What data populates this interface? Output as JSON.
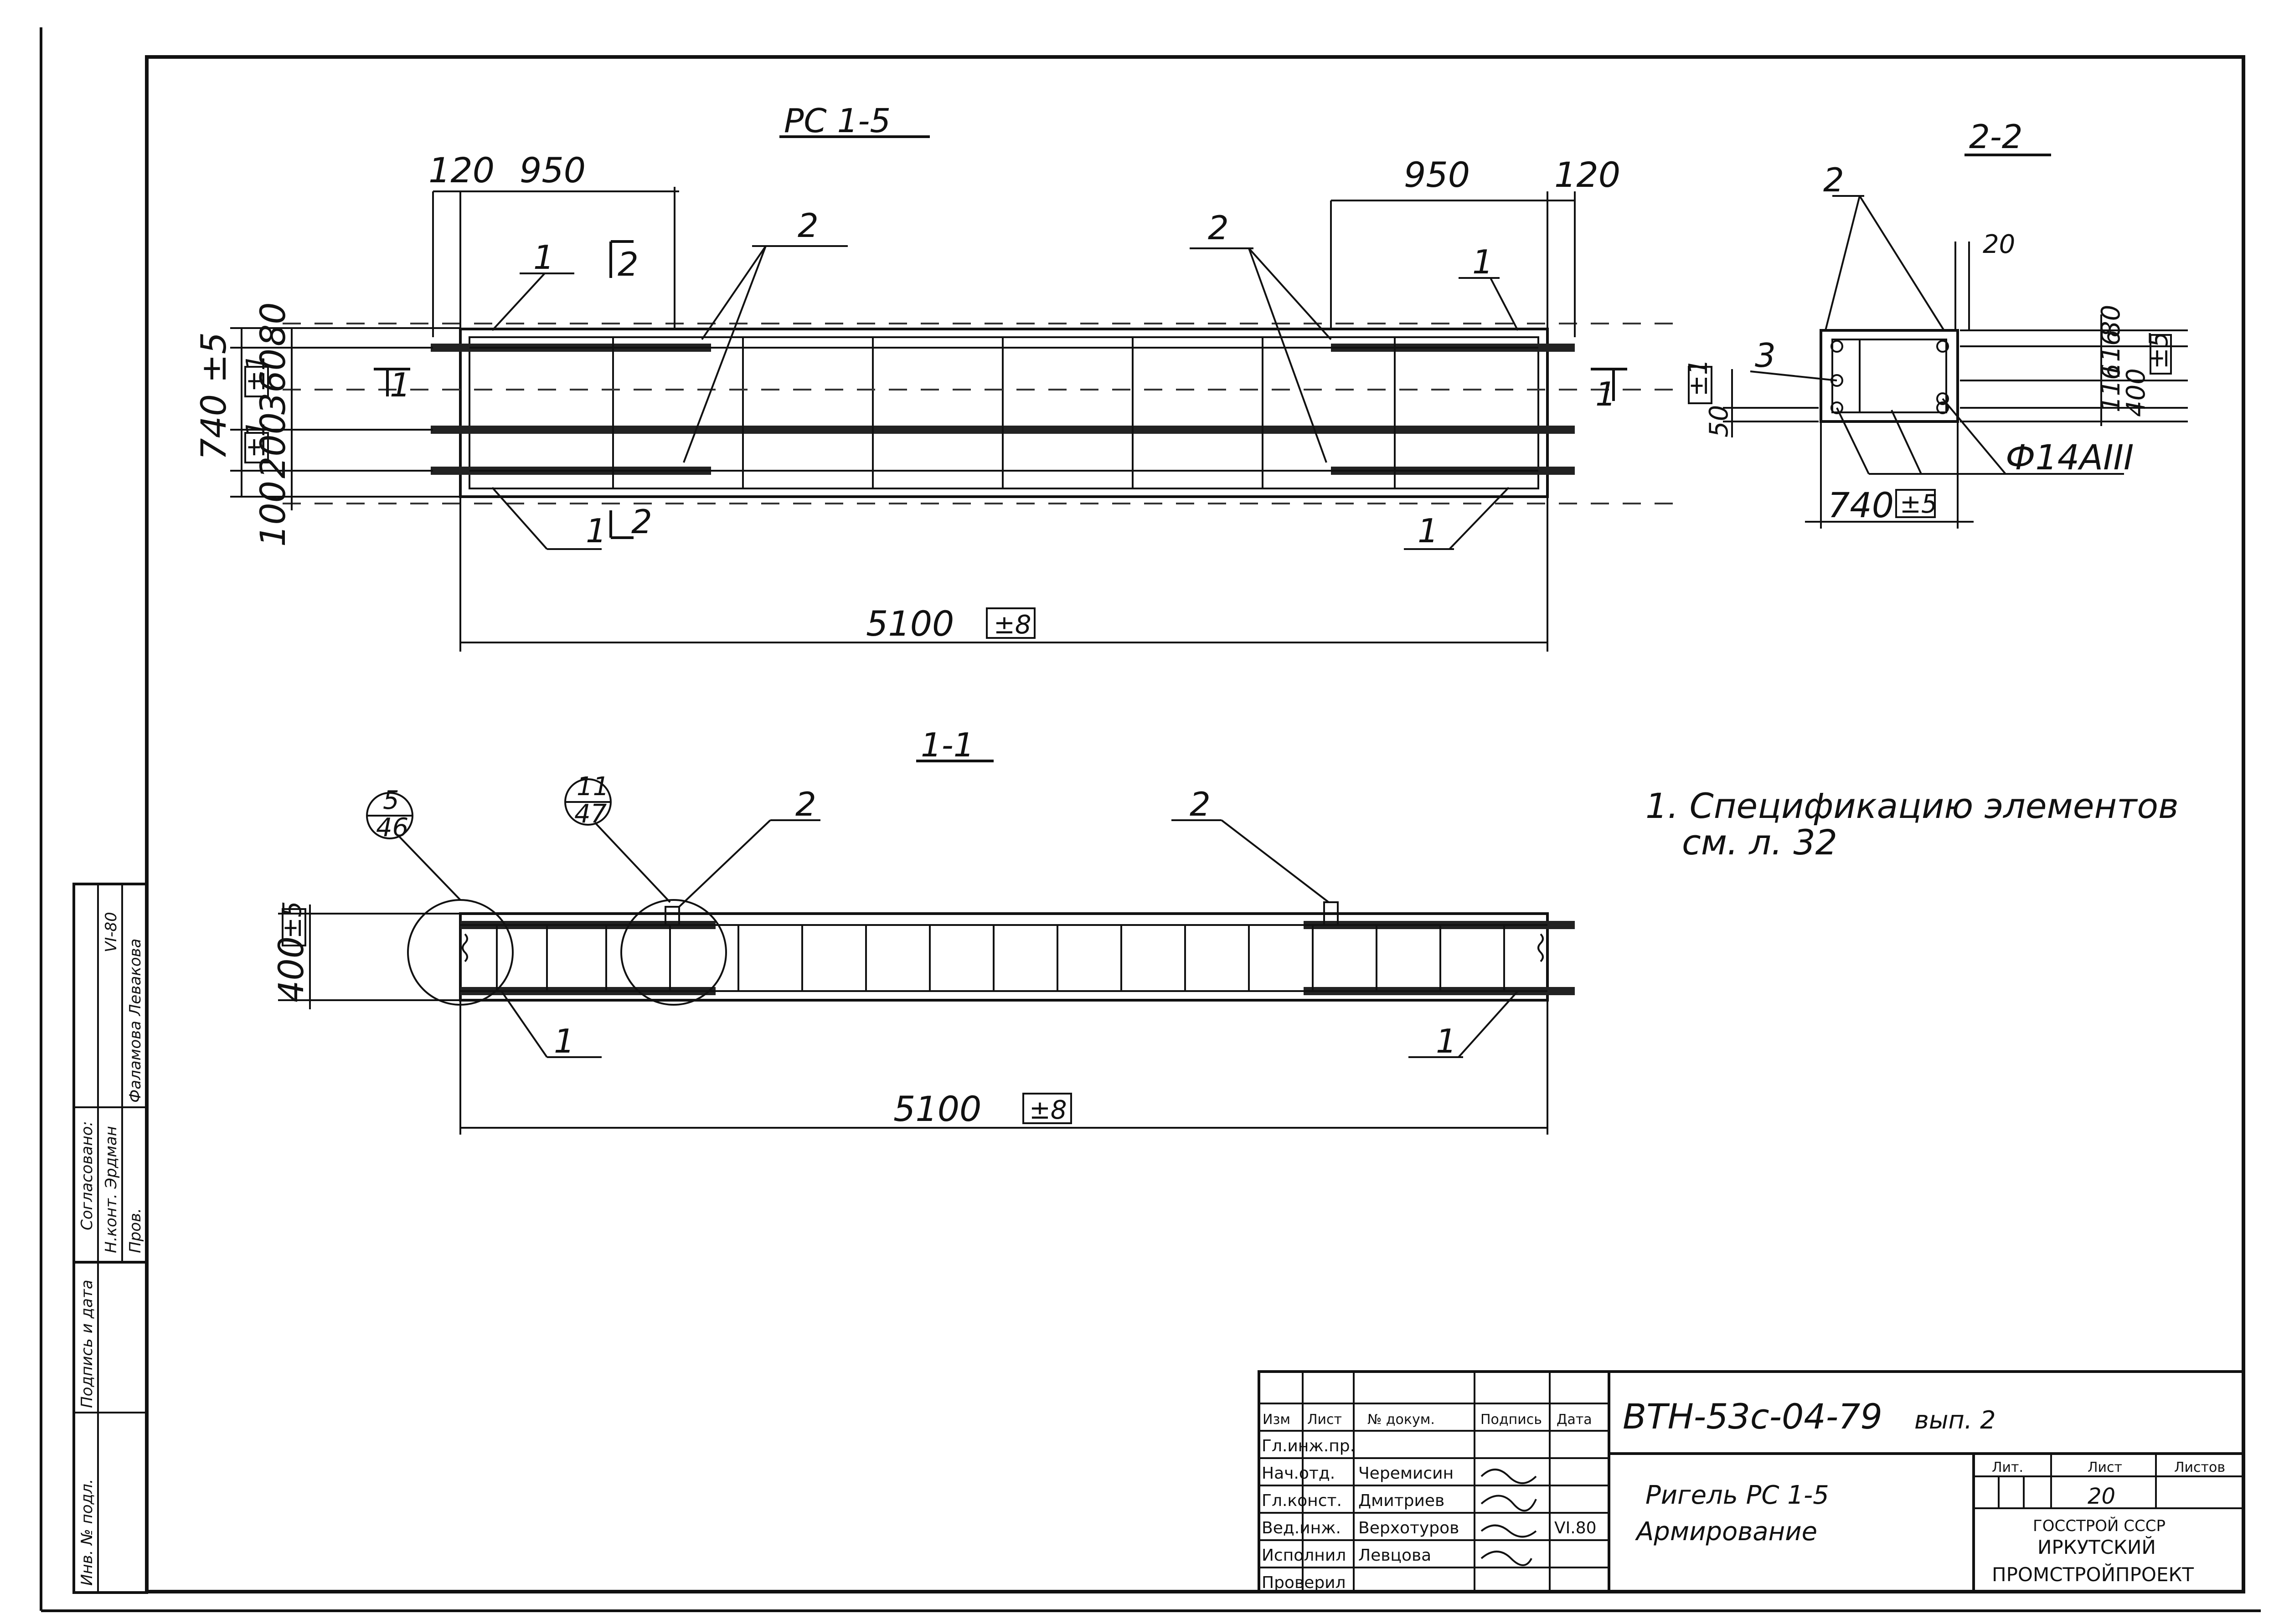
{
  "views": {
    "plan_title": "РС 1-5",
    "section_22_title": "2-2",
    "section_11_title": "1-1"
  },
  "plan": {
    "dim_left_120": "120",
    "dim_left_950": "950",
    "dim_right_950": "950",
    "dim_right_120": "120",
    "label_1_tl": "1",
    "label_1_tr": "1",
    "label_1_bl": "1",
    "label_1_br": "1",
    "label_2_left": "2",
    "label_2_right": "2",
    "cut_2_top": "2",
    "cut_2_bottom": "2",
    "cut_1_left": "1",
    "cut_1_right": "1",
    "vdim_80": "80",
    "vdim_360": "360",
    "vdim_200": "200",
    "vdim_100": "100",
    "vdim_740": "740 ±5",
    "tol_1a": "±1",
    "tol_1b": "±1",
    "overall_length": "5100",
    "overall_tol": "±8"
  },
  "section22": {
    "label_2": "2",
    "label_3": "3",
    "dim_20": "20",
    "dim_80": "80",
    "dim_116a": "116",
    "dim_116b": "116",
    "dim_400": "400",
    "dim_tol5": "±5",
    "dim_50": "50",
    "tol_1": "±1",
    "rebar_note": "Ф14АIII",
    "width": "740",
    "width_tol": "±5"
  },
  "section11": {
    "callout_5_top": "5",
    "callout_5_bottom": "46",
    "callout_11_top": "11",
    "callout_11_bottom": "47",
    "label_2_a": "2",
    "label_2_b": "2",
    "label_1_left": "1",
    "label_1_right": "1",
    "height": "400",
    "height_tol": "±5",
    "overall_length": "5100",
    "overall_tol": "±8"
  },
  "note": {
    "line1": "1. Спецификацию элементов",
    "line2": "см. л. 32"
  },
  "side_stamp": {
    "agreed": "Согласовано:",
    "row1_left": "Н.конт. Эрдман",
    "row1_right": "VI-80",
    "row2_left": "Пров.",
    "row2_right": "Фаламова Левакова",
    "sign_date": "Подпись и дата",
    "inv_no": "Инв. № подл."
  },
  "title_block": {
    "header": [
      "Изм",
      "Лист",
      "№ докум.",
      "Подпись",
      "Дата"
    ],
    "rows": [
      [
        "Гл.инж.пр.",
        "",
        "",
        "",
        ""
      ],
      [
        "Нач.отд.",
        "",
        "Черемисин",
        "",
        ""
      ],
      [
        "Гл.конст.",
        "",
        "Дмитриев",
        "",
        ""
      ],
      [
        "Вед.инж.",
        "",
        "Верхотуров",
        "",
        "VI.80"
      ],
      [
        "Исполнил",
        "",
        "Левцова",
        "",
        ""
      ],
      [
        "Проверил",
        "",
        "",
        "",
        ""
      ]
    ],
    "doc_code": "ВТН-53с-04-79",
    "issue": "вып. 2",
    "title_line1": "Ригель РС 1-5",
    "title_line2": "Армирование",
    "lit_label": "Лит.",
    "sheet_label": "Лист",
    "sheets_label": "Листов",
    "sheet_no": "20",
    "org_line1": "ГОССТРОЙ СССР",
    "org_line2": "ИРКУТСКИЙ",
    "org_line3": "ПРОМСТРОЙПРОЕКТ"
  }
}
